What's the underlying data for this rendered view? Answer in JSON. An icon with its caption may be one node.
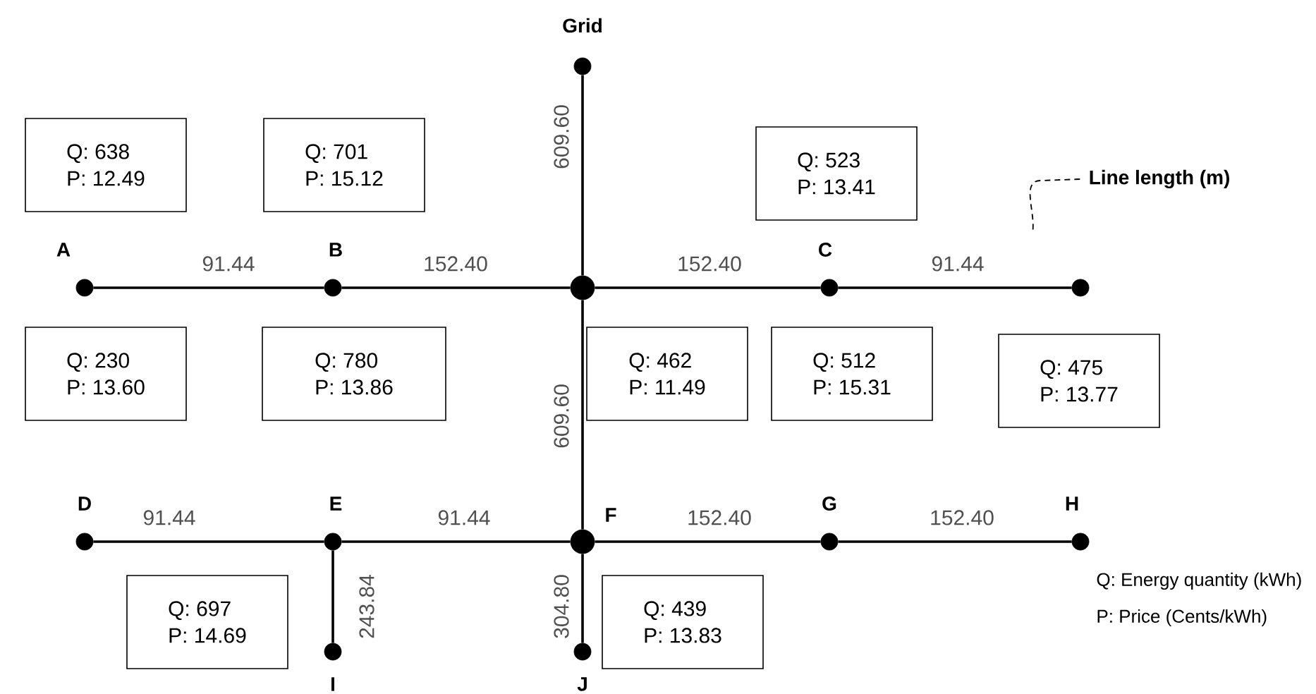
{
  "diagram": {
    "nodes": [
      {
        "text": [],
        "shape": "circle",
        "beside": [
          "Grid"
        ]
      },
      {
        "text": [
          "Q: 638",
          "P: 12.49"
        ]
      },
      {
        "text": [
          "Q: 701",
          "P: 15.12"
        ]
      },
      {
        "text": [
          "Q: 523",
          "P: 13.41"
        ]
      },
      {
        "text": [
          "Line length (m)"
        ]
      },
      {
        "text": [],
        "shape": "circle",
        "beside": [
          "A"
        ]
      },
      {
        "text": [],
        "shape": "circle",
        "beside": [
          "B"
        ]
      },
      {
        "text": [],
        "shape": "circle"
      },
      {
        "text": [],
        "shape": "circle",
        "beside": [
          "C"
        ]
      },
      {
        "text": [],
        "shape": "circle"
      },
      {
        "text": [
          "Q: 230",
          "P: 13.60"
        ]
      },
      {
        "text": [
          "Q: 780",
          "P: 13.86"
        ]
      },
      {
        "text": [
          "Q: 462",
          "P: 11.49"
        ]
      },
      {
        "text": [
          "Q: 512",
          "P: 15.31"
        ]
      },
      {
        "text": [
          "Q: 475",
          "P: 13.77"
        ]
      },
      {
        "text": [],
        "shape": "circle",
        "beside": [
          "D"
        ]
      },
      {
        "text": [],
        "shape": "circle",
        "beside": [
          "E"
        ]
      },
      {
        "text": [],
        "shape": "circle",
        "beside": [
          "F"
        ]
      },
      {
        "text": [],
        "shape": "circle",
        "beside": [
          "G"
        ]
      },
      {
        "text": [],
        "shape": "circle",
        "beside": [
          "H"
        ]
      },
      {
        "text": [
          "Q: 697",
          "P: 14.69"
        ]
      },
      {
        "text": [],
        "shape": "circle",
        "beside": [
          "I"
        ]
      },
      {
        "text": [
          "Q: 439",
          "P: 13.83"
        ]
      },
      {
        "text": [],
        "shape": "circle",
        "beside": [
          "J"
        ]
      }
    ],
    "edges": [
      {
        "from": 0,
        "to": 7,
        "arrow": "none",
        "label": "609.60"
      },
      {
        "from": 5,
        "to": 6,
        "arrow": "none",
        "label": "91.44"
      },
      {
        "from": 6,
        "to": 7,
        "arrow": "none",
        "label": "152.40"
      },
      {
        "from": 7,
        "to": 8,
        "arrow": "none",
        "label": "152.40"
      },
      {
        "from": 8,
        "to": 9,
        "arrow": "none",
        "label": "91.44"
      },
      {
        "from": 7,
        "to": 17,
        "arrow": "none",
        "label": "609.60"
      },
      {
        "from": 15,
        "to": 16,
        "arrow": "none",
        "label": "91.44"
      },
      {
        "from": 16,
        "to": 17,
        "arrow": "none",
        "label": "91.44"
      },
      {
        "from": 17,
        "to": 18,
        "arrow": "none",
        "label": "152.40"
      },
      {
        "from": 18,
        "to": 19,
        "arrow": "none",
        "label": "152.40"
      },
      {
        "from": 16,
        "to": 21,
        "arrow": "none",
        "label": "243.84"
      },
      {
        "from": 17,
        "to": 23,
        "arrow": "none",
        "label": "304.80"
      },
      {
        "from": 4,
        "to": null,
        "arrow": "none",
        "style": "dashed"
      }
    ],
    "labels": [
      "Q: Energy quantity (kWh)",
      "P: Price (Cents/kWh)"
    ]
  }
}
